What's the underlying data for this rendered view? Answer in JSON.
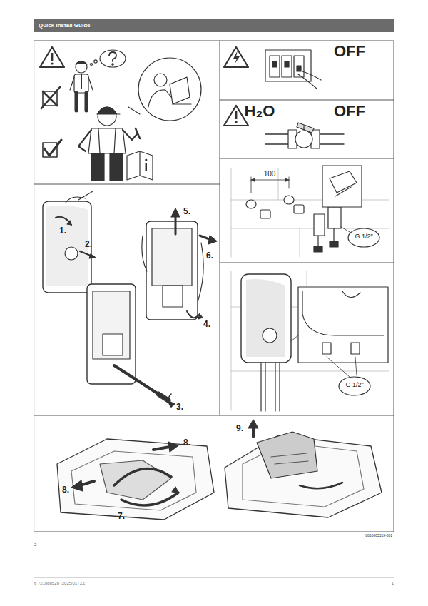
{
  "diagram": {
    "title": "Quick Install Guide",
    "labels": [
      "OFF",
      "H₂O",
      "OFF",
      "100",
      "G 1/2\"",
      "1.",
      "2.",
      "3.",
      "4.",
      "5.",
      "6.",
      "G 1/2\"",
      "7.",
      "8.",
      "8.",
      "9.",
      "0010065319-001",
      "2",
      "6 721888528 (2025/01) ZZ",
      "1"
    ]
  }
}
